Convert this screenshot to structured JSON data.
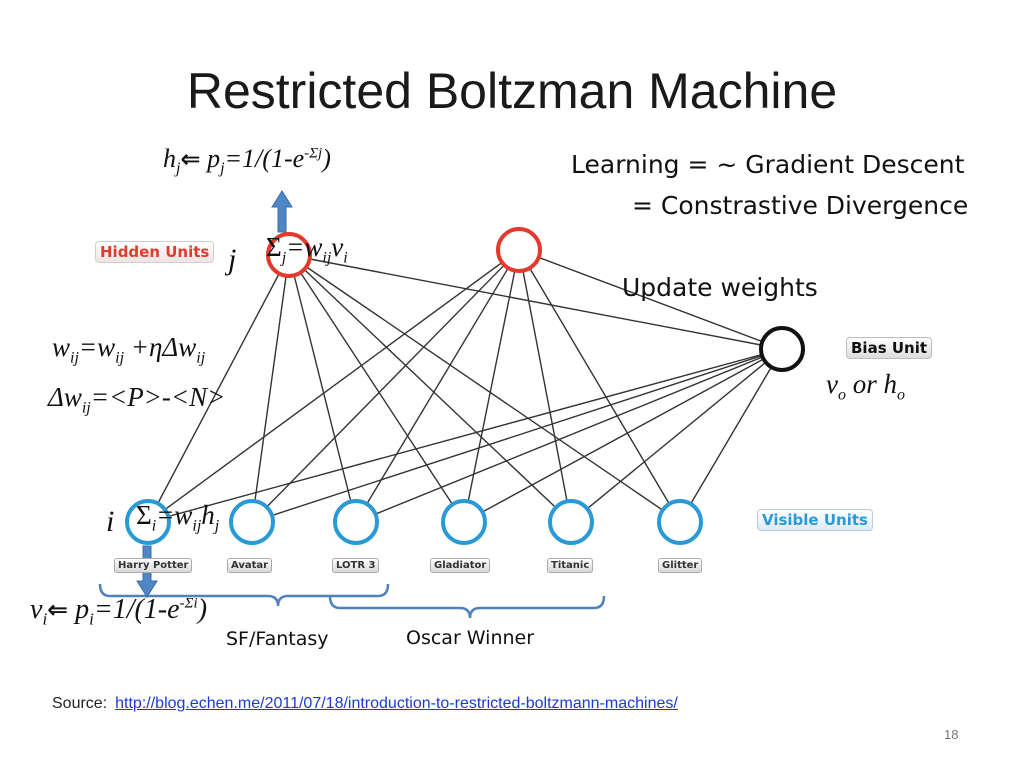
{
  "title": "Restricted Boltzman Machine",
  "right_panel": {
    "learning_line1": "Learning = ~ Gradient Descent",
    "learning_line2": "= Constrastive Divergence",
    "update_weights": "Update weights"
  },
  "labels": {
    "hidden_units": "Hidden Units",
    "bias_unit": "Bias Unit",
    "visible_units": "Visible Units",
    "j": "j",
    "i": "i",
    "sf_fantasy": "SF/Fantasy",
    "oscar_winner": "Oscar Winner"
  },
  "formulas": {
    "hidden_update": {
      "h": "h",
      "j": "j",
      "p": "p",
      "eq": "=1/(1-e",
      "sup": "-Σj",
      "close": ")"
    },
    "sum_j": {
      "sigma": "Σ",
      "sub_j": "j",
      "eq": "=w",
      "sub_ij": "ij",
      "v": "v",
      "sub_i": "i"
    },
    "weight_update": {
      "w": "w",
      "sub": "ij",
      "rest": "=w",
      "sub2": "ij",
      "plus": " +ηΔw",
      "sub3": "ij"
    },
    "delta_w": {
      "delta": "Δw",
      "sub": "ij",
      "rest": "=<P>-<N>"
    },
    "bias_label": {
      "v": "v",
      "sub_o": "o",
      "or": " or ",
      "h": "h",
      "sub_o2": "o"
    },
    "sum_i": {
      "sigma": "Σ",
      "sub_i": "i",
      "eq": "=w",
      "sub_ij": "ij",
      "h": "h",
      "sub_j": "j"
    },
    "visible_update": {
      "v": "v",
      "i": "i",
      "p": "p",
      "eq": "=1/(1-e",
      "sup": "-Σi",
      "close": ")"
    }
  },
  "visible_units": [
    "Harry Potter",
    "Avatar",
    "LOTR 3",
    "Gladiator",
    "Titanic",
    "Glitter"
  ],
  "source": {
    "prefix": "Source:",
    "url": "http://blog.echen.me/2011/07/18/introduction-to-restricted-boltzmann-machines/"
  },
  "page_number": "18",
  "colors": {
    "hidden_node": "#e23a2c",
    "visible_node": "#2a9ad6",
    "bias_node": "#111111",
    "arrow": "#4f86c6",
    "bracket": "#4f81bd",
    "edge": "#333333"
  }
}
